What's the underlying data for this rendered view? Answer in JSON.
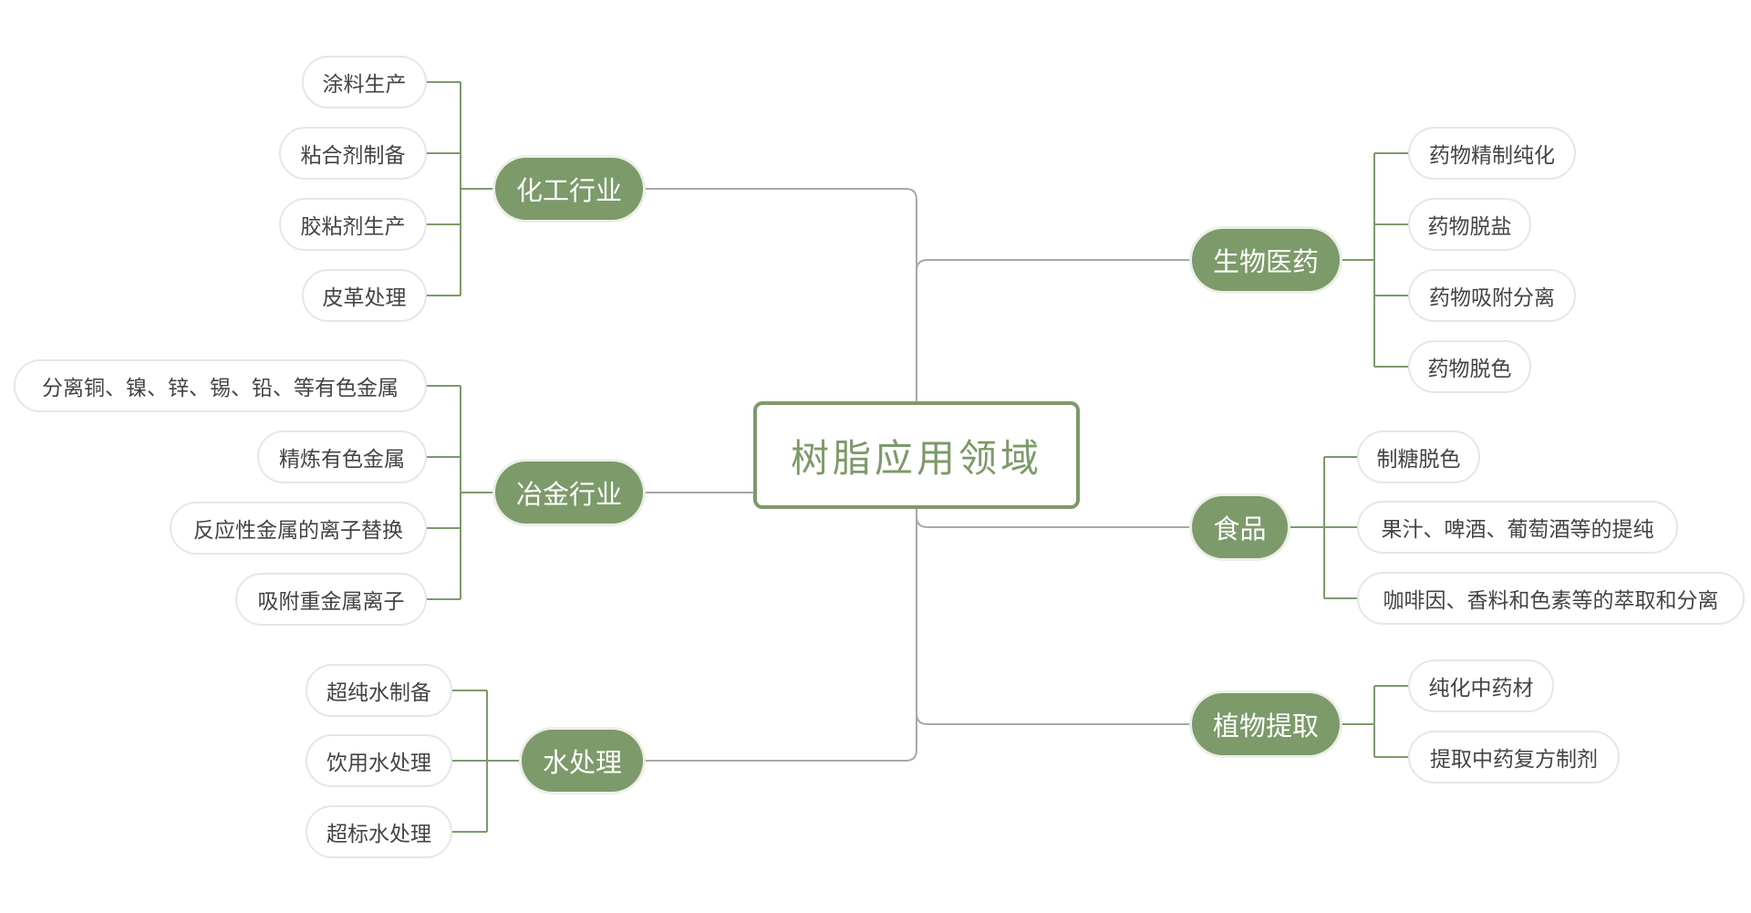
{
  "root": {
    "label": "树脂应用领域"
  },
  "branches": {
    "chemical": {
      "label": "化工行业",
      "leaves": [
        "涂料生产",
        "粘合剂制备",
        "胶粘剂生产",
        "皮革处理"
      ]
    },
    "metallurgy": {
      "label": "冶金行业",
      "leaves": [
        "分离铜、镍、锌、锡、铅、等有色金属",
        "精炼有色金属",
        "反应性金属的离子替换",
        "吸附重金属离子"
      ]
    },
    "water": {
      "label": "水处理",
      "leaves": [
        "超纯水制备",
        "饮用水处理",
        "超标水处理"
      ]
    },
    "biomed": {
      "label": "生物医药",
      "leaves": [
        "药物精制纯化",
        "药物脱盐",
        "药物吸附分离",
        "药物脱色"
      ]
    },
    "food": {
      "label": "食品",
      "leaves": [
        "制糖脱色",
        "果汁、啤酒、葡萄酒等的提纯",
        "咖啡因、香料和色素等的萃取和分离"
      ]
    },
    "plant": {
      "label": "植物提取",
      "leaves": [
        "纯化中药材",
        "提取中药复方制剂"
      ]
    }
  },
  "colors": {
    "branch": "#7d9a6a",
    "line_root": "#a8a8a8",
    "line_branch": "#7d9a6a"
  }
}
